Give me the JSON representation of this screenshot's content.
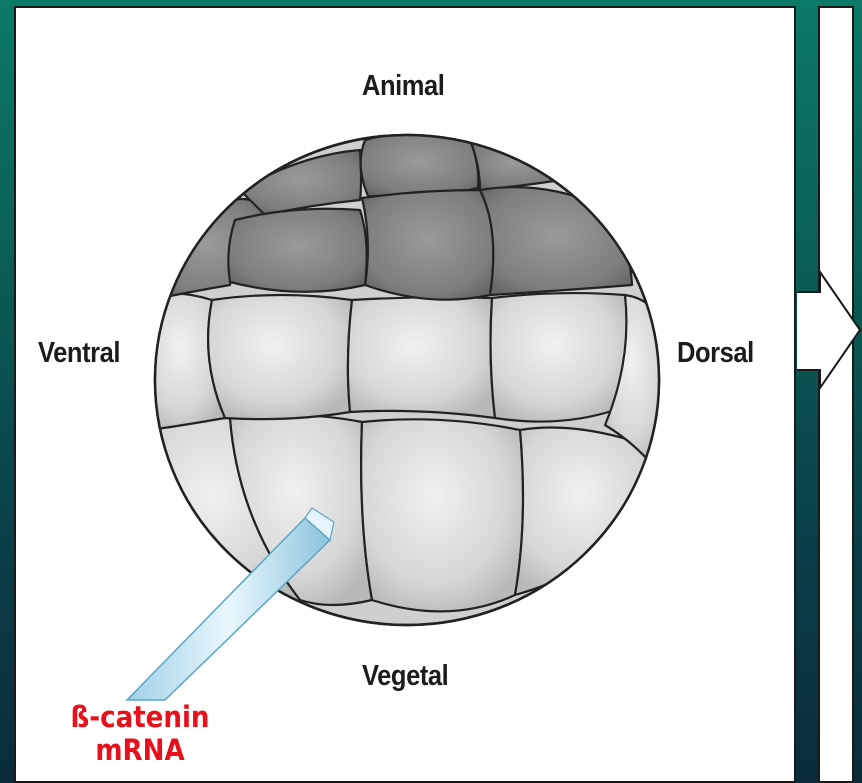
{
  "labels": {
    "top": "Animal",
    "left": "Ventral",
    "right": "Dorsal",
    "bottom": "Vegetal"
  },
  "injection": {
    "line1": "ß-catenin",
    "line2": "mRNA",
    "color": "#e8101a"
  },
  "colors": {
    "animal_cells": "#7f7f7f",
    "vegetal_cells": "#d9d9d9",
    "background": "#0a5d55"
  }
}
